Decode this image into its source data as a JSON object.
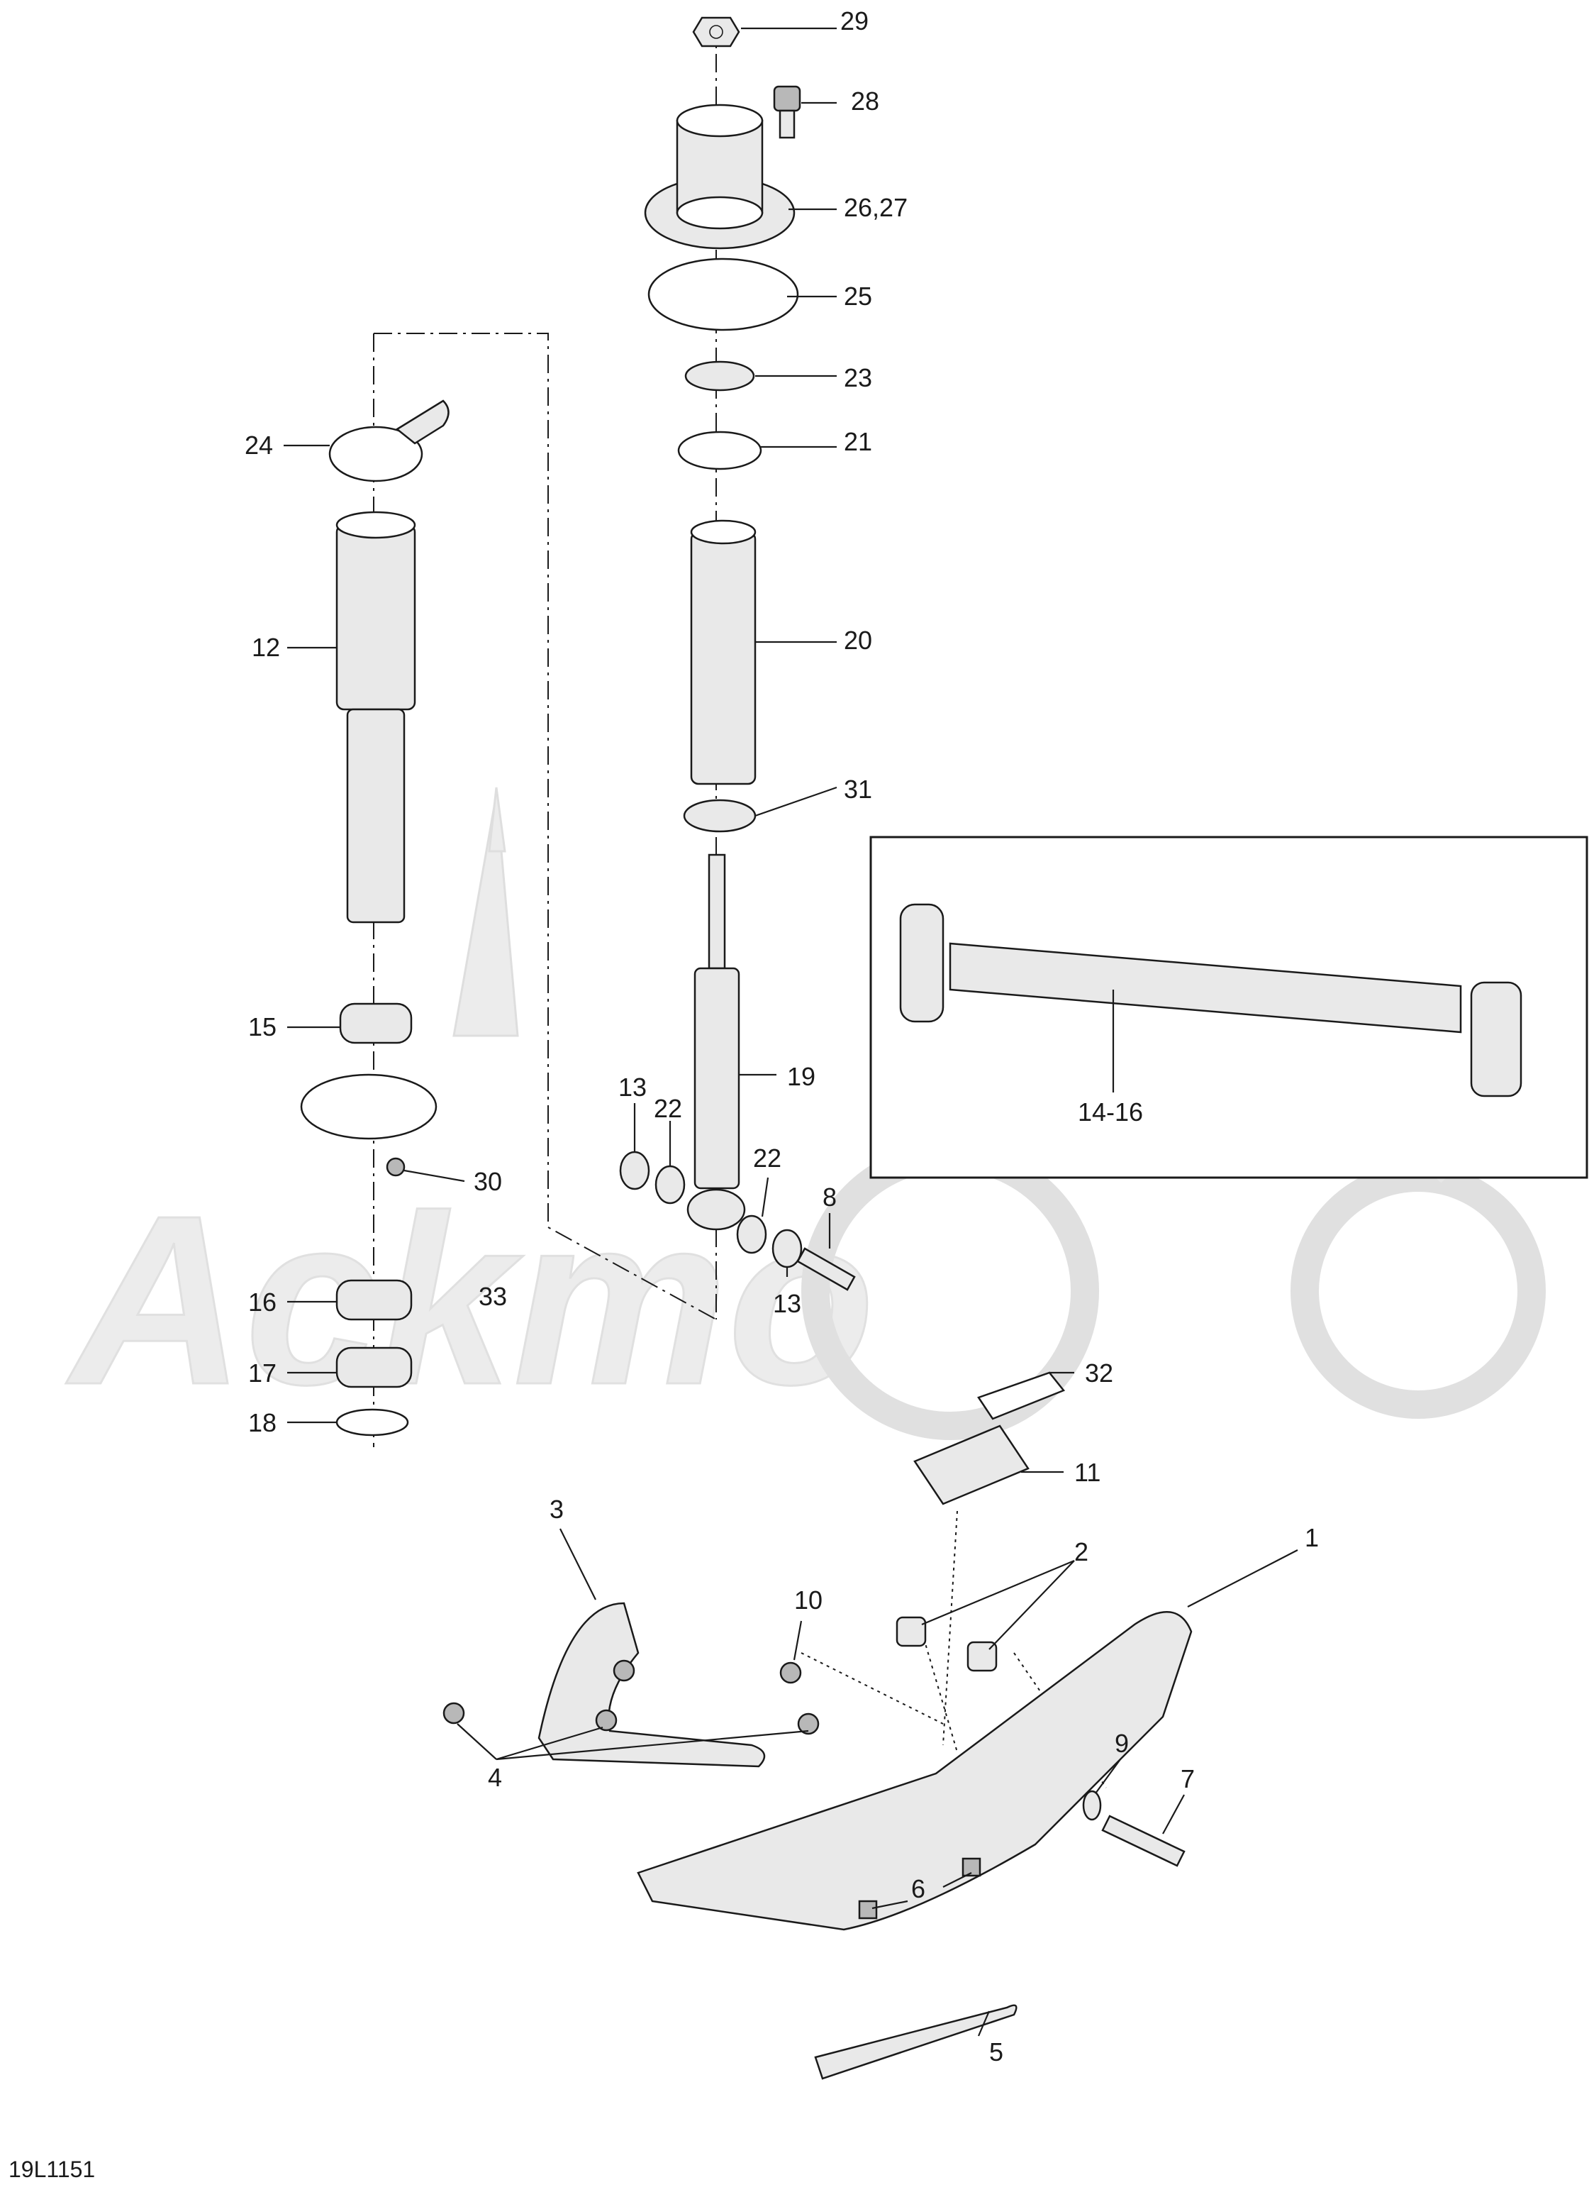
{
  "diagram": {
    "reference_code": "19L1151",
    "watermark": "Ackmo",
    "callouts": [
      {
        "id": "c29",
        "label": "29"
      },
      {
        "id": "c28",
        "label": "28"
      },
      {
        "id": "c2627",
        "label": "26,27"
      },
      {
        "id": "c25",
        "label": "25"
      },
      {
        "id": "c23",
        "label": "23"
      },
      {
        "id": "c24",
        "label": "24"
      },
      {
        "id": "c21",
        "label": "21"
      },
      {
        "id": "c12",
        "label": "12"
      },
      {
        "id": "c20",
        "label": "20"
      },
      {
        "id": "c31",
        "label": "31"
      },
      {
        "id": "c15",
        "label": "15"
      },
      {
        "id": "c19",
        "label": "19"
      },
      {
        "id": "c13a",
        "label": "13"
      },
      {
        "id": "c22a",
        "label": "22"
      },
      {
        "id": "c22b",
        "label": "22"
      },
      {
        "id": "c30",
        "label": "30"
      },
      {
        "id": "c8",
        "label": "8"
      },
      {
        "id": "c33",
        "label": "33"
      },
      {
        "id": "c16",
        "label": "16"
      },
      {
        "id": "c13b",
        "label": "13"
      },
      {
        "id": "c17",
        "label": "17"
      },
      {
        "id": "c32",
        "label": "32"
      },
      {
        "id": "c18",
        "label": "18"
      },
      {
        "id": "c11",
        "label": "11"
      },
      {
        "id": "c1416",
        "label": "14-16"
      },
      {
        "id": "c3",
        "label": "3"
      },
      {
        "id": "c1",
        "label": "1"
      },
      {
        "id": "c2",
        "label": "2"
      },
      {
        "id": "c10",
        "label": "10"
      },
      {
        "id": "c9",
        "label": "9"
      },
      {
        "id": "c7",
        "label": "7"
      },
      {
        "id": "c4",
        "label": "4"
      },
      {
        "id": "c6",
        "label": "6"
      },
      {
        "id": "c5",
        "label": "5"
      }
    ],
    "colors": {
      "line": "#1a1a1a",
      "part_fill": "#e9e9e9",
      "watermark": "#ececec"
    }
  }
}
